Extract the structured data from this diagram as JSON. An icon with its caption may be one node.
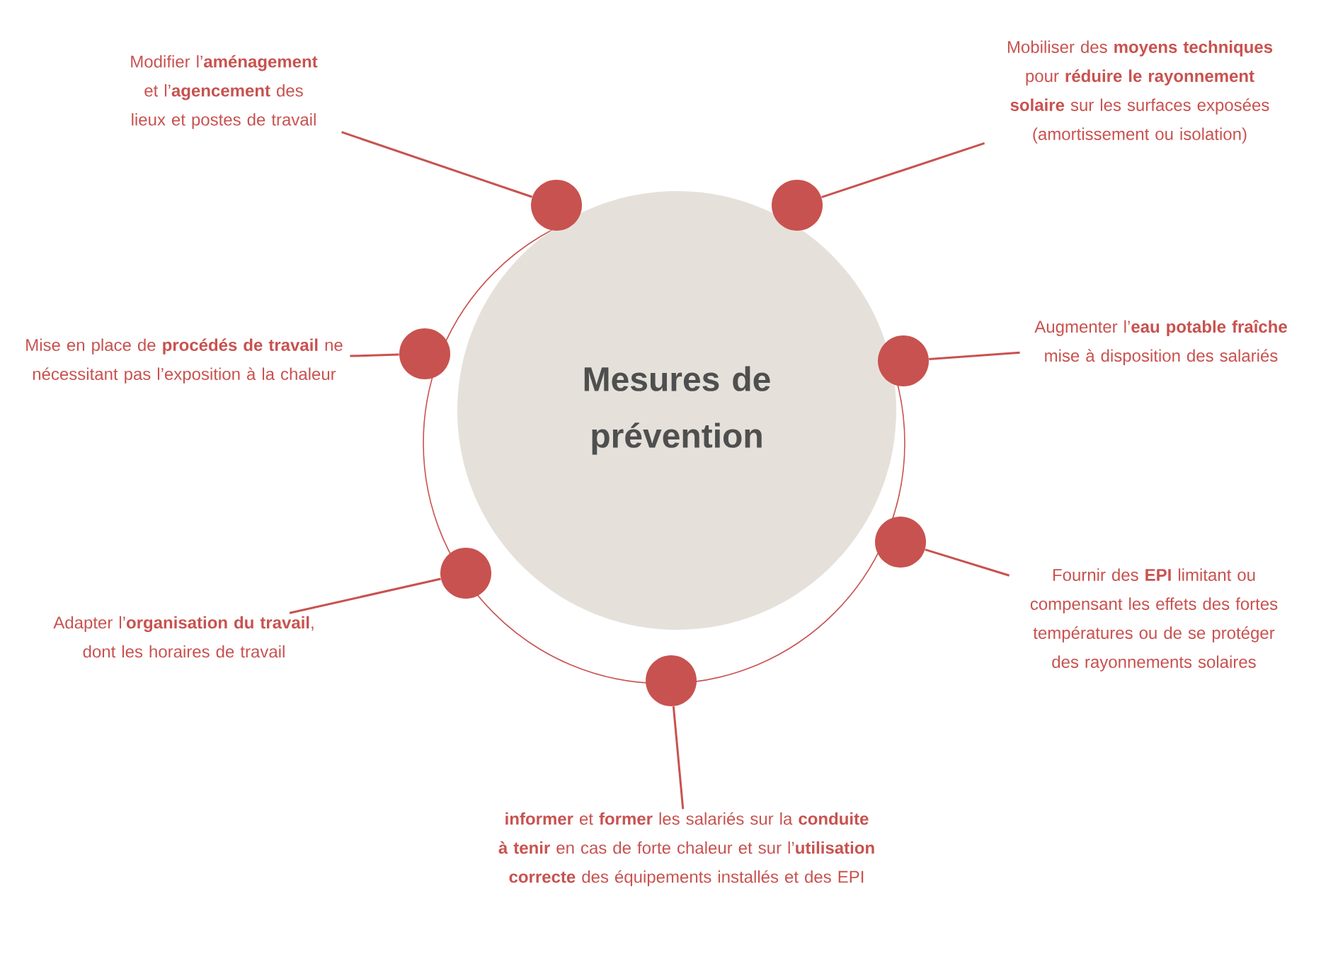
{
  "diagram": {
    "nodes": [
      {
        "text": [
          "Mesures de prévention"
        ]
      },
      {
        "text": [
          "Modifier l’**aménagement** et l’**agencement** des lieux et postes de travail"
        ]
      },
      {
        "text": [],
        "shape": "circle"
      },
      {
        "text": [
          "Mobiliser des **moyens techniques** pour **réduire le rayonnement solaire** sur les surfaces exposées (amortissement ou isolation)"
        ]
      },
      {
        "text": [],
        "shape": "circle"
      },
      {
        "text": [
          "Mise en place de **procédés de travail** ne nécessitant pas l’exposition à la chaleur"
        ]
      },
      {
        "text": [],
        "shape": "circle"
      },
      {
        "text": [
          "Augmenter l’**eau potable fraîche** mise à disposition des salariés"
        ]
      },
      {
        "text": [],
        "shape": "circle"
      },
      {
        "text": [
          "Fournir des **EPI** limitant ou compensant les effets des fortes températures ou de se protéger des rayonnements solaires"
        ]
      },
      {
        "text": [],
        "shape": "circle"
      },
      {
        "text": [
          "Adapter l’**organisation du travail**, dont les horaires de travail"
        ]
      },
      {
        "text": [],
        "shape": "circle"
      },
      {
        "text": [
          "**informer** et **former** les salariés sur la **conduite à tenir** en cas de forte chaleur et sur l’**utilisation correcte** des équipements installés et des EPI"
        ]
      },
      {
        "text": [],
        "shape": "circle"
      }
    ],
    "edges": [
      {
        "from": 1,
        "to": 2,
        "arrow": "none"
      },
      {
        "from": 3,
        "to": 4,
        "arrow": "none"
      },
      {
        "from": 5,
        "to": 6,
        "arrow": "none"
      },
      {
        "from": 7,
        "to": 8,
        "arrow": "none"
      },
      {
        "from": 9,
        "to": 10,
        "arrow": "none"
      },
      {
        "from": 11,
        "to": 12,
        "arrow": "none"
      },
      {
        "from": 13,
        "to": 14,
        "arrow": "none"
      }
    ]
  }
}
